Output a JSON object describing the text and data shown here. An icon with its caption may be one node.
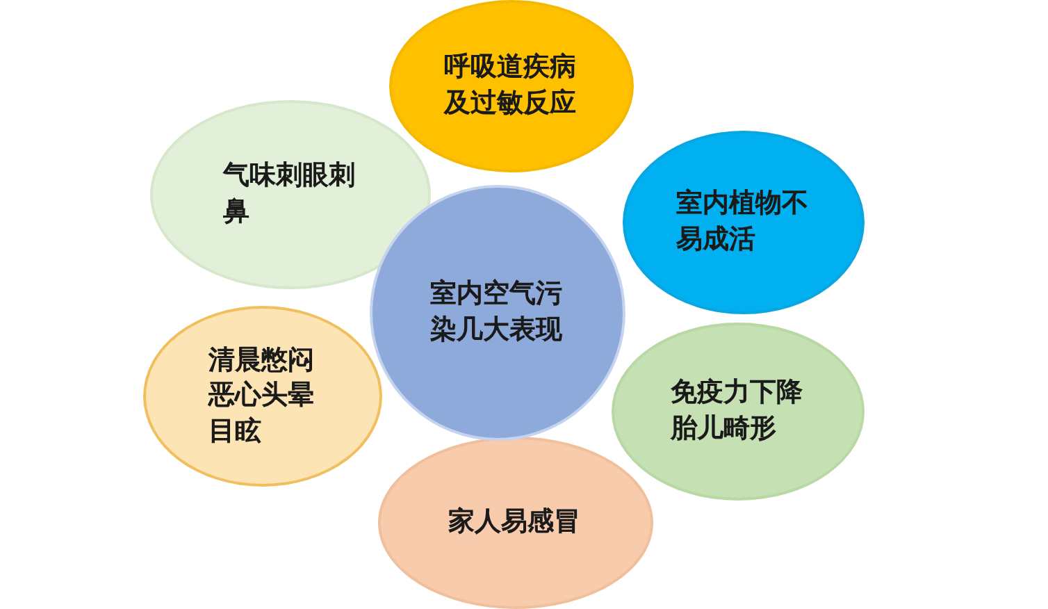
{
  "diagram": {
    "nodes": [
      {
        "text": [
          "呼吸道疾病及过敏反应"
        ]
      },
      {
        "text": [
          "气味刺眼刺鼻"
        ]
      },
      {
        "text": [
          "室内植物不易成活"
        ]
      },
      {
        "text": [
          "室内空气污染几大表现"
        ]
      },
      {
        "text": [
          "清晨憋闷恶心头晕目眩"
        ]
      },
      {
        "text": [
          "免疫力下降胎儿畸形"
        ]
      },
      {
        "text": [
          "家人易感冒"
        ]
      }
    ]
  }
}
